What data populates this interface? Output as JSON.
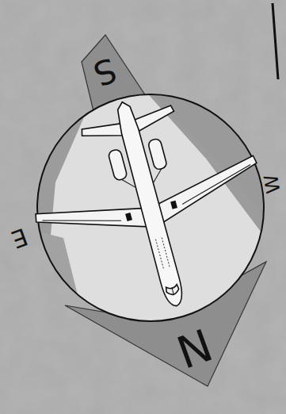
{
  "diagram": {
    "labels": [
      "S",
      "N",
      "E",
      "W"
    ]
  }
}
